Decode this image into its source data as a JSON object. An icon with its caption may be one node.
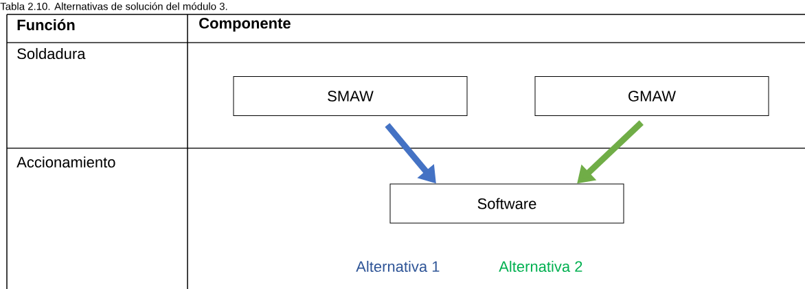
{
  "diagram": {
    "title": "Tabla 2.10. Alternativas de solución del módulo 3.",
    "nodes": [
      {
        "text": [
          "SMAW"
        ]
      },
      {
        "text": [
          "GMAW"
        ]
      },
      {
        "text": [
          "Software"
        ]
      }
    ],
    "edges": [
      {
        "from": 0,
        "to": 2,
        "arrow": "to",
        "color": "#4472c4"
      },
      {
        "from": 1,
        "to": 2,
        "arrow": "to",
        "color": "#70ad47"
      }
    ],
    "labels": [
      "Función",
      "Componente",
      "Soldadura",
      "Accionamiento",
      "Alternativa 1",
      "Alternativa 2"
    ]
  }
}
